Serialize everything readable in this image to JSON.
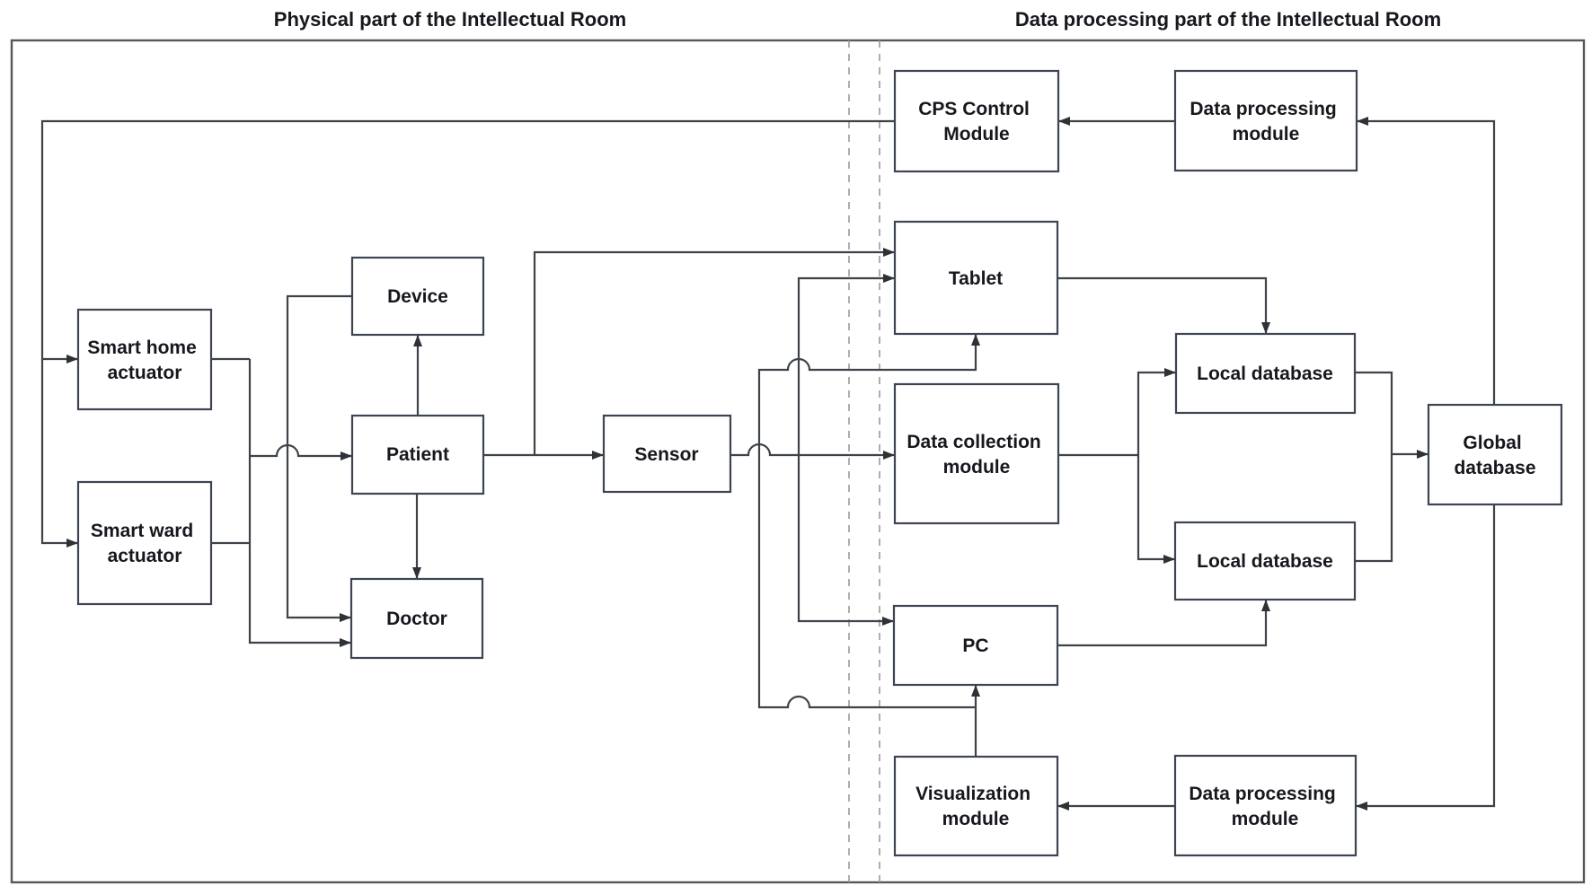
{
  "titles": {
    "left": "Physical part of the Intellectual Room",
    "right": "Data processing part of the Intellectual Room"
  },
  "nodes": {
    "smart_home_actuator": {
      "label": "Smart home actuator",
      "lines": [
        "Smart home",
        "actuator"
      ]
    },
    "smart_ward_actuator": {
      "label": "Smart ward actuator",
      "lines": [
        "Smart ward",
        "actuator"
      ]
    },
    "device": {
      "label": "Device"
    },
    "patient": {
      "label": "Patient"
    },
    "doctor": {
      "label": "Doctor"
    },
    "sensor": {
      "label": "Sensor"
    },
    "cps_control_module": {
      "label": "CPS Control Module",
      "lines": [
        "CPS Control",
        "Module"
      ]
    },
    "data_processing_module_top": {
      "label": "Data processing module",
      "lines": [
        "Data processing",
        "module"
      ]
    },
    "tablet": {
      "label": "Tablet"
    },
    "data_collection_module": {
      "label": "Data collection module",
      "lines": [
        "Data collection",
        "module"
      ]
    },
    "local_database_top": {
      "label": "Local database"
    },
    "local_database_bottom": {
      "label": "Local database"
    },
    "global_database": {
      "label": "Global database",
      "lines": [
        "Global",
        "database"
      ]
    },
    "pc": {
      "label": "PC"
    },
    "visualization_module": {
      "label": "Visualization module",
      "lines": [
        "Visualization",
        "module"
      ]
    },
    "data_processing_module_bottom": {
      "label": "Data processing module",
      "lines": [
        "Data processing",
        "module"
      ]
    }
  },
  "connections": [
    {
      "from": [
        "CPS Control Module"
      ],
      "to": "Smart home actuator"
    },
    {
      "from": [
        "CPS Control Module"
      ],
      "to": "Smart ward actuator"
    },
    {
      "from": [
        "Smart home actuator",
        "Smart ward actuator"
      ],
      "to": "Patient"
    },
    {
      "from": [
        "Smart home actuator",
        "Smart ward actuator"
      ],
      "to": "Doctor"
    },
    {
      "from": [
        "Patient"
      ],
      "to": "Device"
    },
    {
      "from": [
        "Patient"
      ],
      "to": "Doctor"
    },
    {
      "from": [
        "Patient"
      ],
      "to": "Sensor"
    },
    {
      "from": [
        "Patient"
      ],
      "to": "Tablet"
    },
    {
      "from": [
        "Device"
      ],
      "to": "Doctor"
    },
    {
      "from": [
        "Sensor"
      ],
      "to": "Data collection module"
    },
    {
      "from": [
        "Sensor"
      ],
      "to": "Tablet"
    },
    {
      "from": [
        "Sensor"
      ],
      "to": "PC"
    },
    {
      "from": [
        "Visualization module"
      ],
      "to": "PC"
    },
    {
      "from": [
        "Visualization module"
      ],
      "to": "Tablet"
    },
    {
      "from": [
        "Tablet"
      ],
      "to": "Local database (top)"
    },
    {
      "from": [
        "Data collection module"
      ],
      "to": "Local database (top)"
    },
    {
      "from": [
        "Data collection module"
      ],
      "to": "Local database (bottom)"
    },
    {
      "from": [
        "PC"
      ],
      "to": "Local database (bottom)"
    },
    {
      "from": [
        "Local database (top)",
        "Local database (bottom)"
      ],
      "to": "Global database"
    },
    {
      "from": [
        "Global database"
      ],
      "to": "Data processing module (top)"
    },
    {
      "from": [
        "Global database"
      ],
      "to": "Data processing module (bottom)"
    },
    {
      "from": [
        "Data processing module (top)"
      ],
      "to": "CPS Control Module"
    },
    {
      "from": [
        "Data processing module (bottom)"
      ],
      "to": "Visualization module"
    }
  ],
  "colors": {
    "background": "#ffffff",
    "box_border": "#3d4452",
    "line": "#3e4249",
    "text": "#16181d",
    "dashed_divider": "#9a9a9a"
  }
}
